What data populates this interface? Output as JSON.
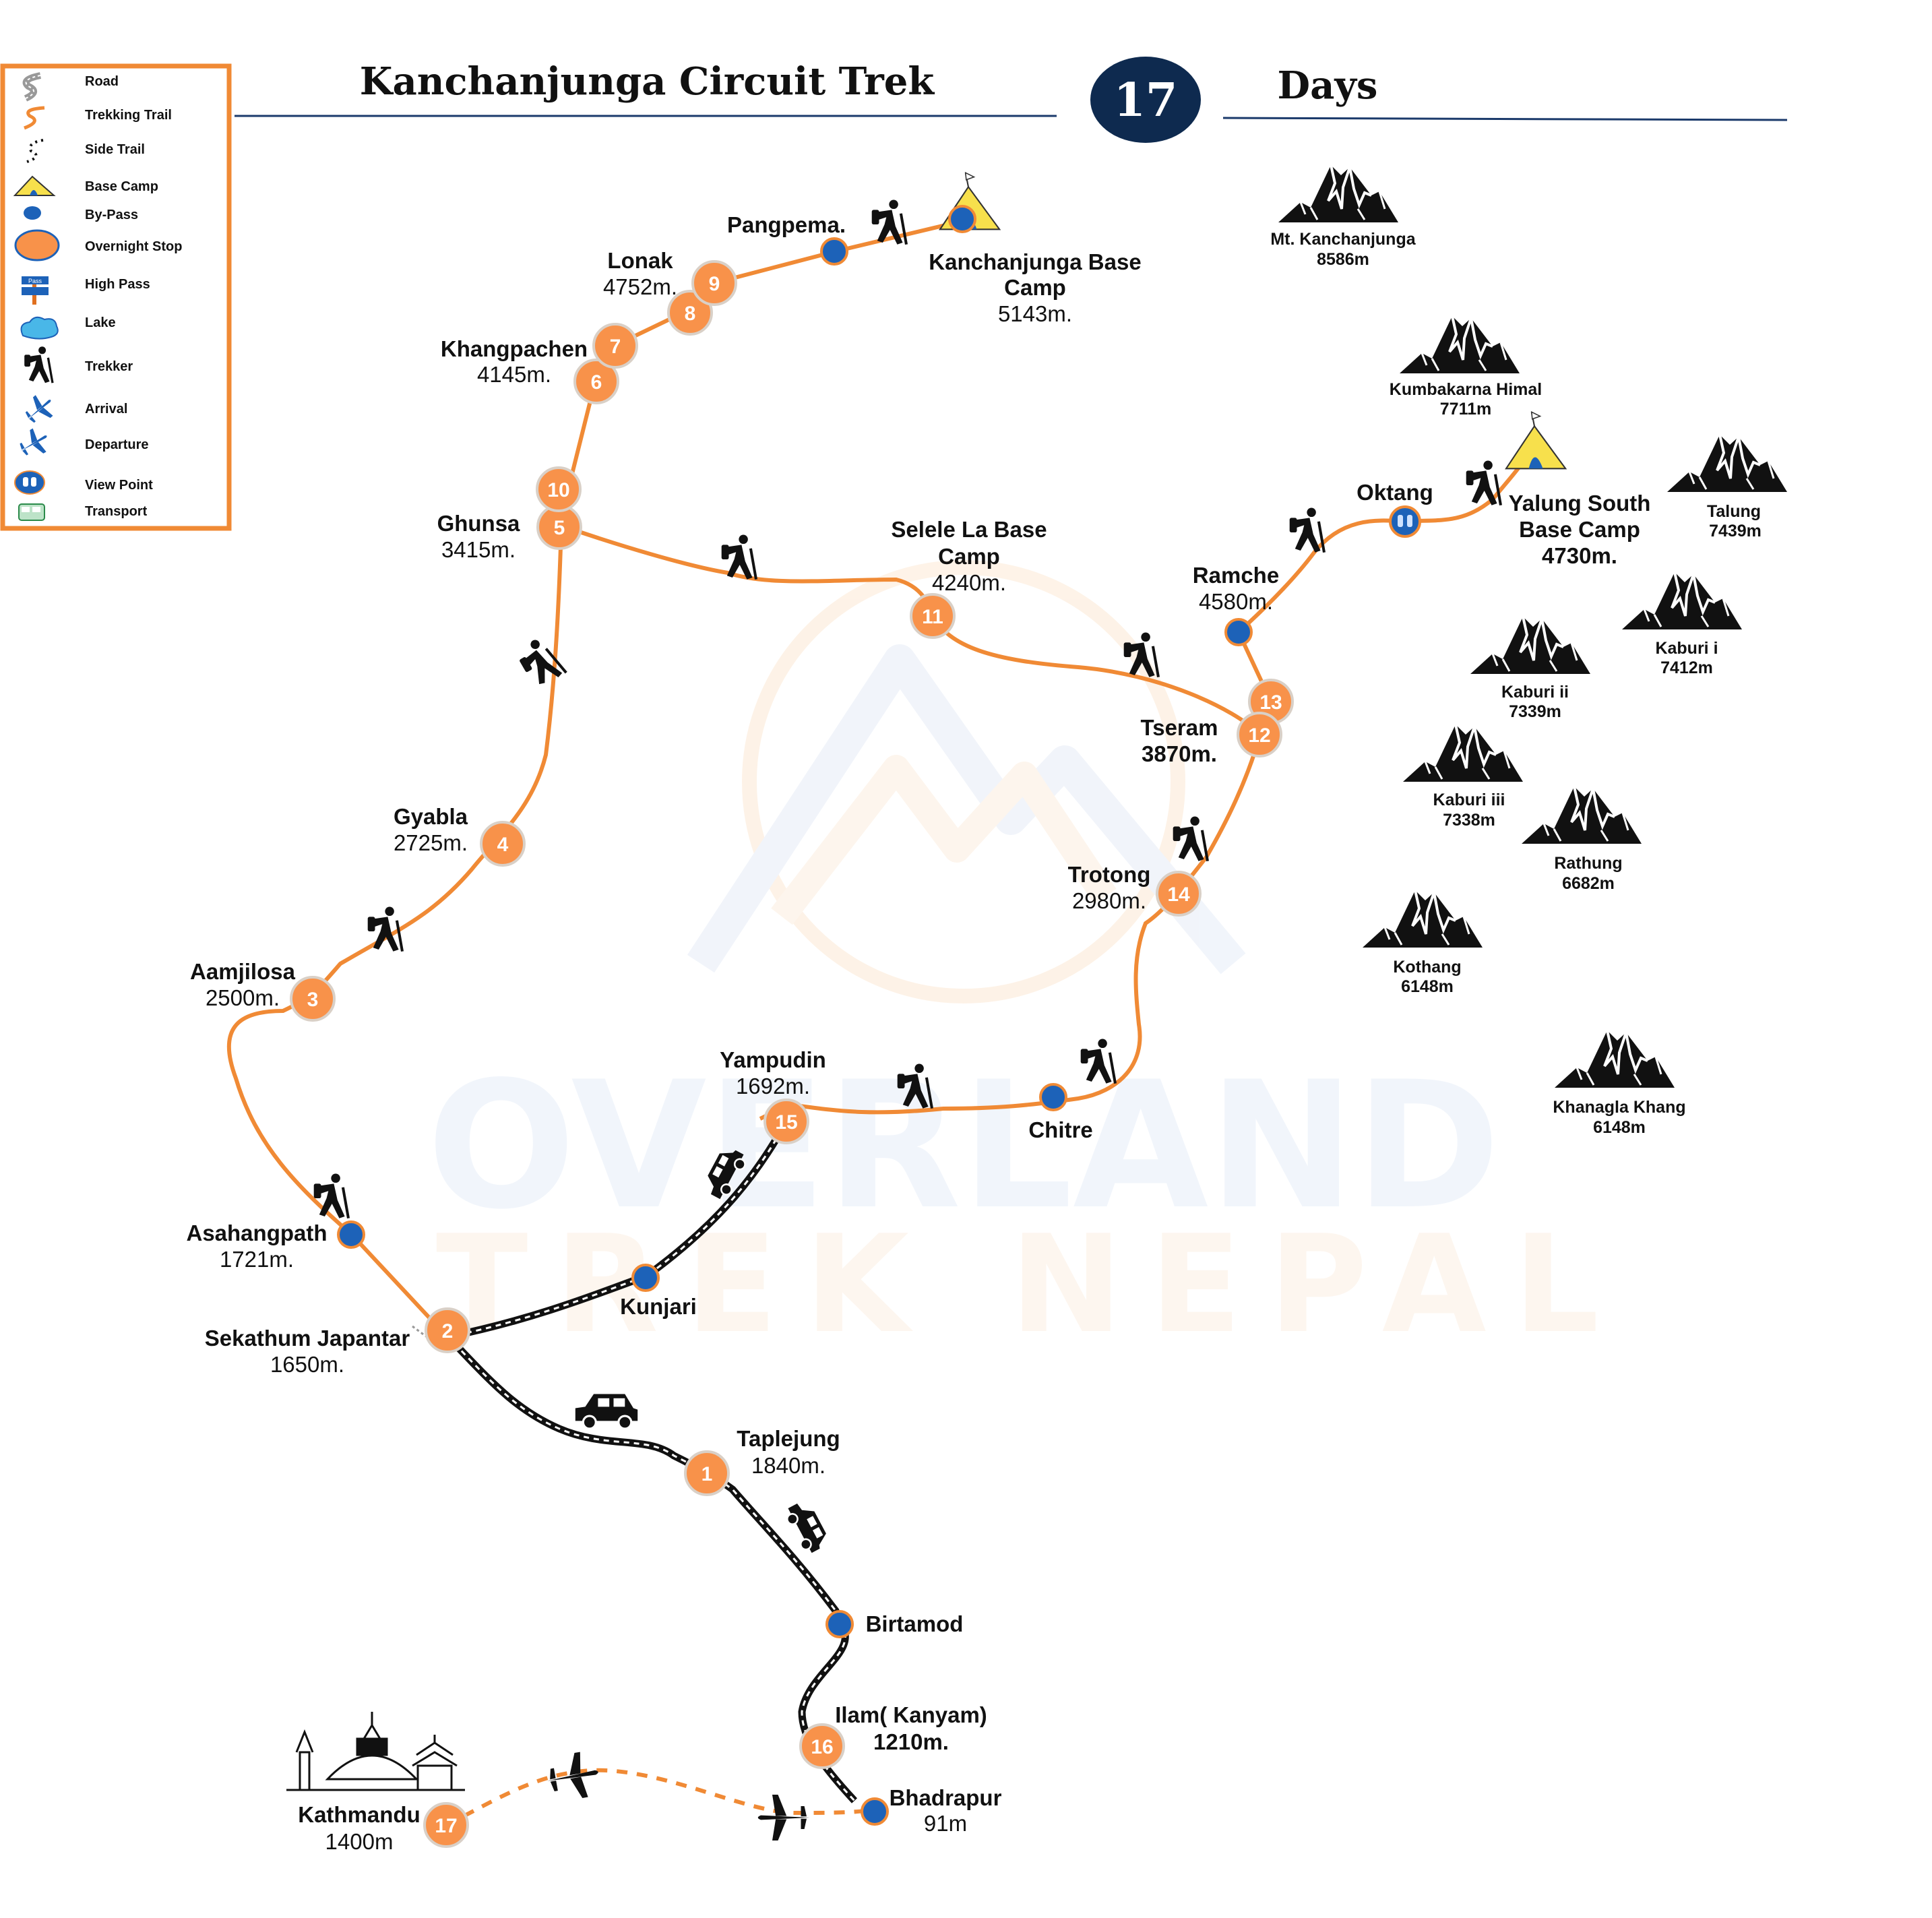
{
  "header": {
    "title": "Kanchanjunga Circuit Trek",
    "days_number": "17",
    "days_label": "Days"
  },
  "colors": {
    "trail": "#f08a35",
    "stop": "#f8924a",
    "bypass": "#1d62b8",
    "navy": "#0e2a4f",
    "legend_border": "#f08a35"
  },
  "watermark": {
    "line1": "OVERLAND",
    "line2": "TREK NEPAL"
  },
  "legend": {
    "items": [
      {
        "icon": "road-icon",
        "label": "Road"
      },
      {
        "icon": "trekking-trail-icon",
        "label": "Trekking Trail"
      },
      {
        "icon": "side-trail-icon",
        "label": "Side Trail"
      },
      {
        "icon": "base-camp-icon",
        "label": "Base  Camp"
      },
      {
        "icon": "bypass-icon",
        "label": "By-Pass"
      },
      {
        "icon": "overnight-stop-icon",
        "label": "Overnight Stop"
      },
      {
        "icon": "high-pass-icon",
        "label": "High Pass",
        "sign_text": "Pass"
      },
      {
        "icon": "lake-icon",
        "label": "Lake"
      },
      {
        "icon": "trekker-icon",
        "label": "Trekker"
      },
      {
        "icon": "arrival-plane-icon",
        "label": "Arrival"
      },
      {
        "icon": "departure-plane-icon",
        "label": "Departure"
      },
      {
        "icon": "viewpoint-icon",
        "label": "View Point"
      },
      {
        "icon": "transport-icon",
        "label": "Transport"
      }
    ]
  },
  "stops": [
    {
      "day": "1"
    },
    {
      "day": "2"
    },
    {
      "day": "3"
    },
    {
      "day": "4"
    },
    {
      "day": "5"
    },
    {
      "day": "6"
    },
    {
      "day": "7"
    },
    {
      "day": "8"
    },
    {
      "day": "9"
    },
    {
      "day": "10"
    },
    {
      "day": "11"
    },
    {
      "day": "12"
    },
    {
      "day": "13"
    },
    {
      "day": "14"
    },
    {
      "day": "15"
    },
    {
      "day": "16"
    },
    {
      "day": "17"
    }
  ],
  "places": {
    "pangpema": {
      "name": "Pangpema."
    },
    "kbc": {
      "name1": "Kanchanjunga Base",
      "name2": "Camp",
      "alt": "5143m."
    },
    "lonak": {
      "name": "Lonak",
      "alt": "4752m."
    },
    "khangpachen": {
      "name": "Khangpachen",
      "alt": "4145m."
    },
    "ghunsa": {
      "name": "Ghunsa",
      "alt": "3415m."
    },
    "selele": {
      "name1": "Selele La Base",
      "name2": "Camp",
      "alt": "4240m."
    },
    "gyabla": {
      "name": "Gyabla",
      "alt": "2725m."
    },
    "aamjilosa": {
      "name": "Aamjilosa",
      "alt": "2500m."
    },
    "asahangpath": {
      "name": "Asahangpath",
      "alt": "1721m."
    },
    "sekathum": {
      "name": "Sekathum Japantar",
      "alt": "1650m."
    },
    "kunjari": {
      "name": "Kunjari"
    },
    "yampudin": {
      "name": "Yampudin",
      "alt": "1692m."
    },
    "chitre": {
      "name": "Chitre"
    },
    "taplejung": {
      "name": "Taplejung",
      "alt": "1840m."
    },
    "birtamod": {
      "name": "Birtamod"
    },
    "ilam": {
      "name": "Ilam( Kanyam)",
      "alt": "1210m."
    },
    "bhadrapur": {
      "name": "Bhadrapur",
      "alt": "91m"
    },
    "kathmandu": {
      "name": "Kathmandu",
      "alt": "1400m"
    },
    "ramche": {
      "name": "Ramche",
      "alt": "4580m."
    },
    "oktang": {
      "name": "Oktang"
    },
    "yalung": {
      "name1": "Yalung South",
      "name2": "Base Camp",
      "alt": "4730m."
    },
    "tseram": {
      "name": "Tseram",
      "alt": "3870m."
    },
    "trotong": {
      "name": "Trotong",
      "alt": "2980m."
    }
  },
  "peaks": [
    {
      "name": "Mt. Kanchanjunga",
      "alt": "8586m"
    },
    {
      "name": "Kumbakarna Himal",
      "alt": "7711m"
    },
    {
      "name": "Talung",
      "alt": "7439m"
    },
    {
      "name": "Kaburi  i",
      "alt": "7412m"
    },
    {
      "name": "Kaburi  ii",
      "alt": "7339m"
    },
    {
      "name": "Kaburi  iii",
      "alt": "7338m"
    },
    {
      "name": "Rathung",
      "alt": "6682m"
    },
    {
      "name": "Kothang",
      "alt": "6148m"
    },
    {
      "name": "Khanagla Khang",
      "alt": "6148m"
    }
  ]
}
